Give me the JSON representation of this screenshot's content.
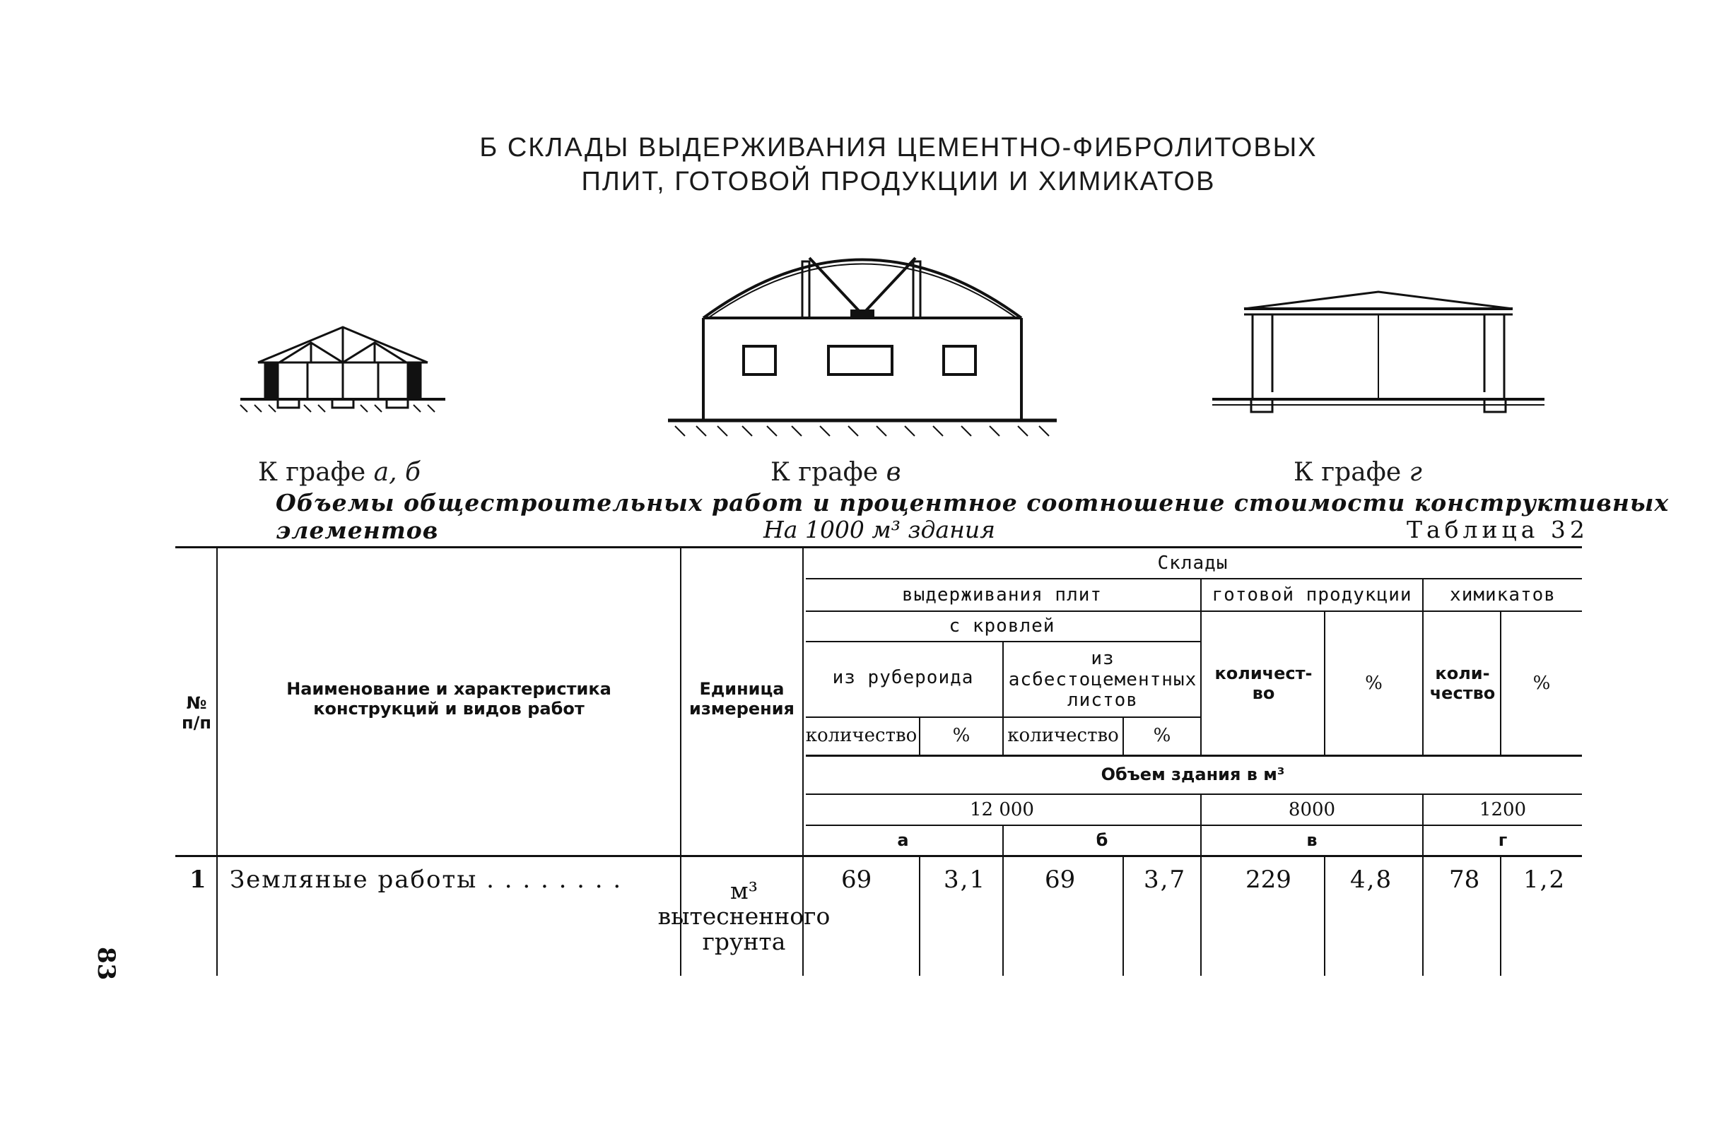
{
  "heading": {
    "line1": "Б СКЛАДЫ ВЫДЕРЖИВАНИЯ ЦЕМЕНТНО-ФИБРОЛИТОВЫХ",
    "line2": "ПЛИТ, ГОТОВОЙ ПРОДУКЦИИ И ХИМИКАТОВ"
  },
  "captions": {
    "a_b_prefix": "К графе",
    "a_b_letters": "а, б",
    "v_prefix": "К графе",
    "v_letter": "в",
    "g_prefix": "К графе",
    "g_letter": "г"
  },
  "subtitle": "Объемы общестроительных работ и процентное соотношение стоимости конструктивных элементов",
  "note": "На 1000 м³ здания",
  "table_label": "Таблица 32",
  "table": {
    "header": {
      "num": "№ п/п",
      "name": "Наименование и характеристика конструкций и видов работ",
      "unit": "Единица измерения",
      "warehouses": "Склады",
      "curing": "выдерживания плит",
      "finished": "готовой продукции",
      "chemicals": "химикатов",
      "with_roof": "с кровлей",
      "ruberoid": "из рубероида",
      "asbestos": "из асбестоцементных листов",
      "qty": "количество",
      "qty_split": "количест-во",
      "qty_split2": "коли-чество",
      "pct": "%",
      "volume": "Объем здания в м³",
      "vol_12000": "12 000",
      "vol_8000": "8000",
      "vol_1200": "1200",
      "col_a": "а",
      "col_b": "б",
      "col_v": "в",
      "col_g": "г"
    },
    "rows": [
      {
        "num": "1",
        "name": "Земляные работы . . . . . . . .",
        "unit": "м³ вытесненного грунта",
        "values": [
          "69",
          "3,1",
          "69",
          "3,7",
          "229",
          "4,8",
          "78",
          "1,2"
        ]
      }
    ]
  },
  "page_number": "83"
}
